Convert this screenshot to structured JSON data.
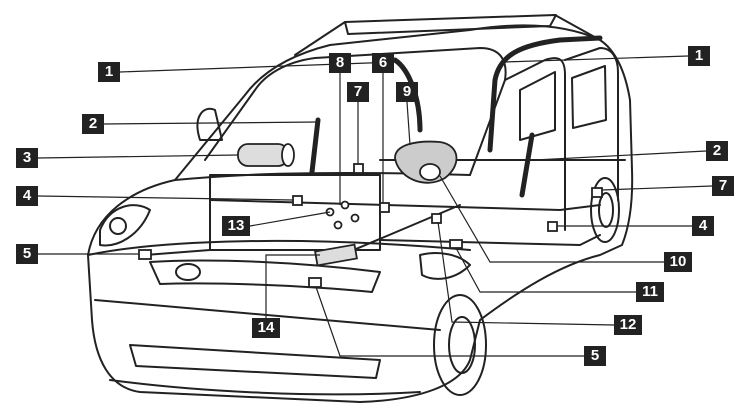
{
  "colors": {
    "line": "#222222",
    "callout_bg": "#222222",
    "callout_text": "#ffffff",
    "background": "#ffffff"
  },
  "callouts": [
    {
      "id": "c1-left",
      "label": "1"
    },
    {
      "id": "c1-right",
      "label": "1"
    },
    {
      "id": "c2-left",
      "label": "2"
    },
    {
      "id": "c2-right",
      "label": "2"
    },
    {
      "id": "c3",
      "label": "3"
    },
    {
      "id": "c4-left",
      "label": "4"
    },
    {
      "id": "c4-right",
      "label": "4"
    },
    {
      "id": "c5-left",
      "label": "5"
    },
    {
      "id": "c5-bottom",
      "label": "5"
    },
    {
      "id": "c6",
      "label": "6"
    },
    {
      "id": "c7-left",
      "label": "7"
    },
    {
      "id": "c7-right",
      "label": "7"
    },
    {
      "id": "c8",
      "label": "8"
    },
    {
      "id": "c9",
      "label": "9"
    },
    {
      "id": "c10",
      "label": "10"
    },
    {
      "id": "c11",
      "label": "11"
    },
    {
      "id": "c12",
      "label": "12"
    },
    {
      "id": "c13",
      "label": "13"
    },
    {
      "id": "c14",
      "label": "14"
    }
  ]
}
